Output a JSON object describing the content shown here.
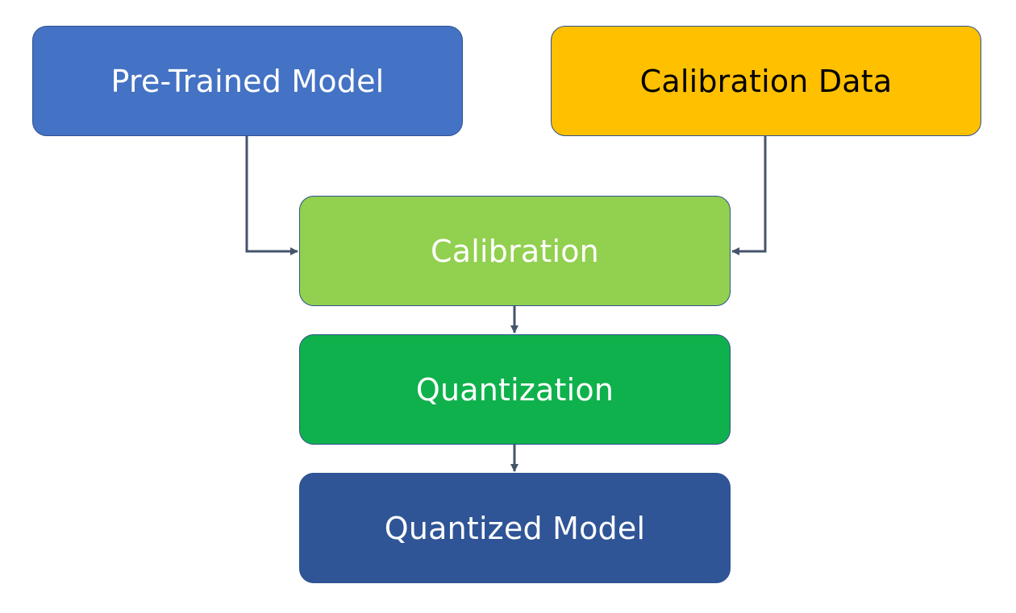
{
  "diagram": {
    "nodes": [
      {
        "id": "pretrained",
        "label": "Pre-Trained Model",
        "fill": "#4472c4",
        "text_color": "#ffffff"
      },
      {
        "id": "calibdata",
        "label": "Calibration Data",
        "fill": "#ffc000",
        "text_color": "#000000"
      },
      {
        "id": "calibration",
        "label": "Calibration",
        "fill": "#92d050",
        "text_color": "#ffffff"
      },
      {
        "id": "quantization",
        "label": "Quantization",
        "fill": "#0fb14c",
        "text_color": "#ffffff"
      },
      {
        "id": "quantized",
        "label": "Quantized Model",
        "fill": "#2f5597",
        "text_color": "#ffffff"
      }
    ],
    "edges": [
      {
        "from": "pretrained",
        "to": "calibration"
      },
      {
        "from": "calibdata",
        "to": "calibration"
      },
      {
        "from": "calibration",
        "to": "quantization"
      },
      {
        "from": "quantization",
        "to": "quantized"
      }
    ],
    "edge_color": "#44546a"
  }
}
